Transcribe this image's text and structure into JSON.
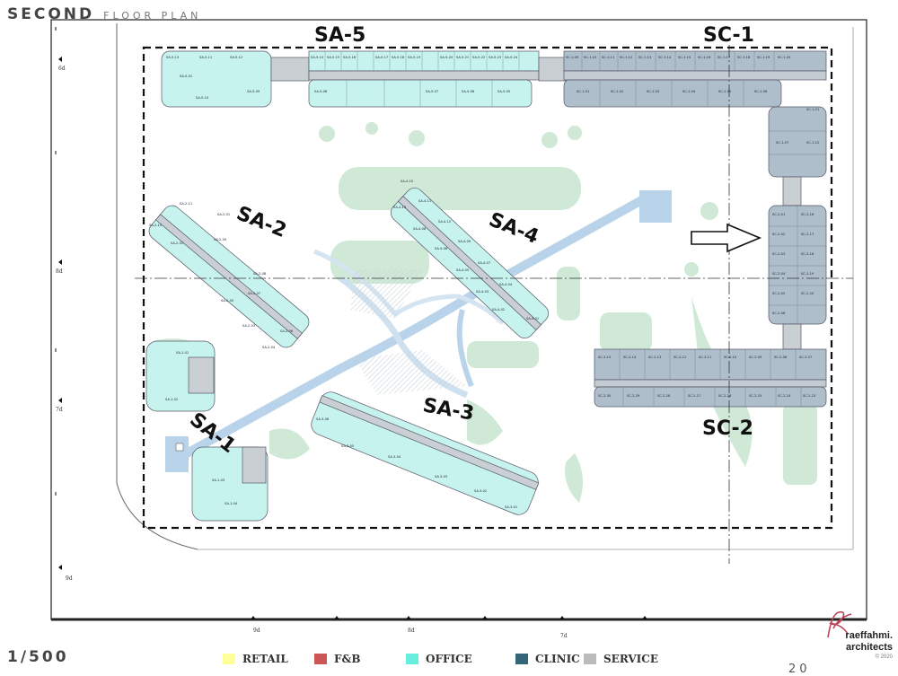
{
  "sheet": {
    "title_main": "SECOND",
    "title_sub": "FLOOR PLAN",
    "scale": "1/500",
    "page_number": "20",
    "brand_line1": "raeffahmi.",
    "brand_line2": "architects",
    "brand_copyright": "© 2020"
  },
  "legend": [
    {
      "label": "RETAIL",
      "color": "#ffff99"
    },
    {
      "label": "F&B",
      "color": "#cc5555"
    },
    {
      "label": "OFFICE",
      "color": "#66eedd"
    },
    {
      "label": "CLINIC",
      "color": "#336677"
    },
    {
      "label": "SERVICE",
      "color": "#bbbbbb"
    }
  ],
  "zones": {
    "sa5": "SA-5",
    "sc1": "SC-1",
    "sa2": "SA-2",
    "sa4": "SA-4",
    "sa3": "SA-3",
    "sa1": "SA-1",
    "sc2": "SC-2"
  },
  "unit_labels": {
    "sa5_top": [
      "SA-5-13",
      "SA-5-11",
      "SA-5-12",
      "SA-5-01",
      "SA-5-14",
      "SA-5-15",
      "SA-5-16",
      "SA-5-17",
      "SA-5-18",
      "SA-5-19",
      "SA-5-20",
      "SA-5-21",
      "SA-5-22",
      "SA-5-23",
      "SA-5-24"
    ],
    "sa5_bottom": [
      "SA-5-10",
      "SA-5-09",
      "SA-5-08",
      "SA-5-07",
      "SA-5-06",
      "SA-5-05"
    ],
    "sc1_top": [
      "SC-1-09",
      "SC-1-10",
      "SC-1-11",
      "SC-1-12",
      "SC-1-13",
      "SC-1-14",
      "SC-1-15",
      "SC-1-16",
      "SC-1-17",
      "SC-1-18",
      "SC-1-19",
      "SC-1-20"
    ],
    "sc1_bottom": [
      "SC-1-01",
      "SC-1-02",
      "SC-1-03",
      "SC-1-04",
      "SC-1-05",
      "SC-1-06"
    ],
    "sc1_right": [
      "SC-1-21",
      "SC-1-07",
      "SC-1-22"
    ],
    "sc2_top": [
      "SC-2-15",
      "SC-2-14",
      "SC-2-13",
      "SC-2-12",
      "SC-2-11",
      "SC-2-10",
      "SC-2-09",
      "SC-2-08",
      "SC-2-07"
    ],
    "sc2_bottom": [
      "SC-2-30",
      "SC-2-29",
      "SC-2-28",
      "SC-2-27",
      "SC-2-26",
      "SC-2-25",
      "SC-2-24",
      "SC-2-23"
    ],
    "sc2_vertical": [
      "SC-2-16",
      "SC-2-17",
      "SC-2-18",
      "SC-2-19",
      "SC-2-20",
      "SC-2-01",
      "SC-2-02",
      "SC-2-03",
      "SC-2-04",
      "SC-2-05",
      "SC-2-06"
    ],
    "sa2": [
      "SA-2-11",
      "SA-2-09",
      "SA-2-10",
      "SA-2-08",
      "SA-2-07",
      "SA-2-06",
      "SA-2-05",
      "SA-2-01",
      "SA-2-02",
      "SA-2-03",
      "SA-2-04"
    ],
    "sa4": [
      "SA-4-10",
      "SA-4-11",
      "SA-4-12",
      "SA-4-13",
      "SA-4-08",
      "SA-4-09",
      "SA-4-06",
      "SA-4-07",
      "SA-4-05",
      "SA-4-04",
      "SA-4-03",
      "SA-4-02",
      "SA-4-01"
    ],
    "sa3": [
      "SA-3-06",
      "SA-3-05",
      "SA-3-04",
      "SA-3-03",
      "SA-3-02",
      "SA-3-01"
    ],
    "sa1": [
      "SA-1-01",
      "SA-1-02",
      "SA-1-03",
      "SA-1-04"
    ]
  },
  "axis_marks": {
    "left": [
      "6d",
      "8d",
      "7d",
      "9d"
    ],
    "bottom": [
      "9d",
      "8d",
      "7d"
    ]
  }
}
